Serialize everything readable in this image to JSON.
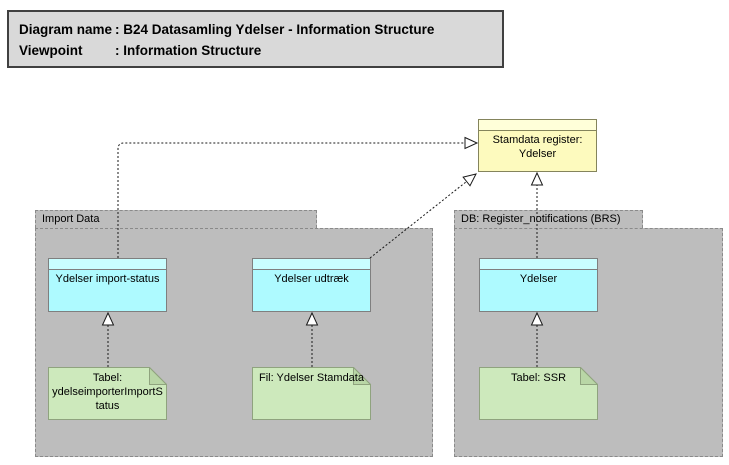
{
  "title_block": {
    "rows": [
      {
        "label": "Diagram name",
        "value": ": B24 Datasamling Ydelser - Information Structure"
      },
      {
        "label": "Viewpoint",
        "value": ": Information Structure"
      }
    ]
  },
  "groups": {
    "import_data": "Import Data",
    "db_register": "DB: Register_notifications (BRS)"
  },
  "nodes": {
    "stamdata_register": "Stamdata register: Ydelser",
    "ydelser_import_status": "Ydelser import-status",
    "ydelser_udtraek": "Ydelser udtræk",
    "ydelser": "Ydelser",
    "tabel_ydelseimporter": "Tabel: ydelseimporterImportStatus",
    "fil_ydelser_stamdata": "Fil: Ydelser Stamdata",
    "tabel_ssr": "Tabel: SSR"
  },
  "colors": {
    "page_bg": "#ffffff",
    "title_bg": "#d9d9d9",
    "title_border": "#404040",
    "group_fill": "#bdbdbd",
    "group_border": "#8a8a8a",
    "object_fill": "#aefaff",
    "object_strip": "#c9feff",
    "object_border": "#7f7f7f",
    "yellow_fill": "#fdfabe",
    "yellow_strip": "#ffffd9",
    "yellow_border": "#84845c",
    "note_fill": "#cde9bc",
    "note_border": "#8fa37e",
    "note_fold": "#b9d6a6",
    "line_color": "#1a1a1a",
    "text_color": "#000000"
  }
}
